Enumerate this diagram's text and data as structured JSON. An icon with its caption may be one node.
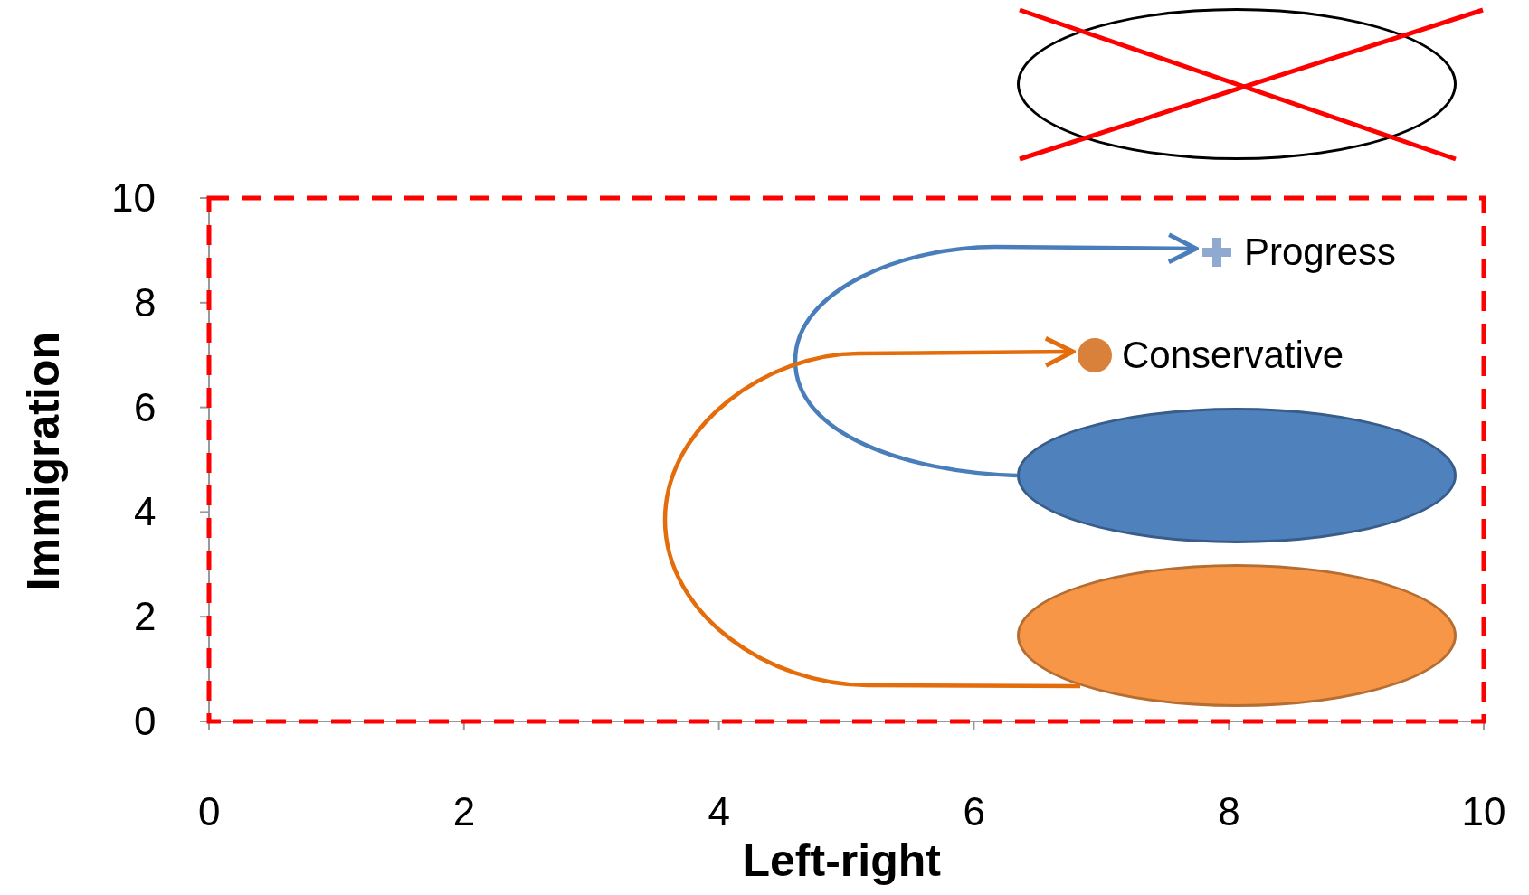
{
  "diagram": {
    "nodes": [
      {
        "text": [],
        "shape": "ellipse"
      },
      {
        "text": [
          "Progress"
        ]
      },
      {
        "text": [
          "Conservative"
        ]
      },
      {
        "text": [],
        "shape": "ellipse"
      },
      {
        "text": [],
        "shape": "ellipse"
      }
    ],
    "edges": [
      {
        "from": 3,
        "to": 1,
        "arrow": "to",
        "color": "#4a7ebb"
      },
      {
        "from": 4,
        "to": 2,
        "arrow": "to",
        "color": "#e46c0a"
      }
    ],
    "labels": [
      "10",
      "8",
      "6",
      "4",
      "2",
      "0",
      "Immigration",
      "0",
      "2",
      "4",
      "6",
      "8",
      "10",
      "Left-right"
    ]
  }
}
